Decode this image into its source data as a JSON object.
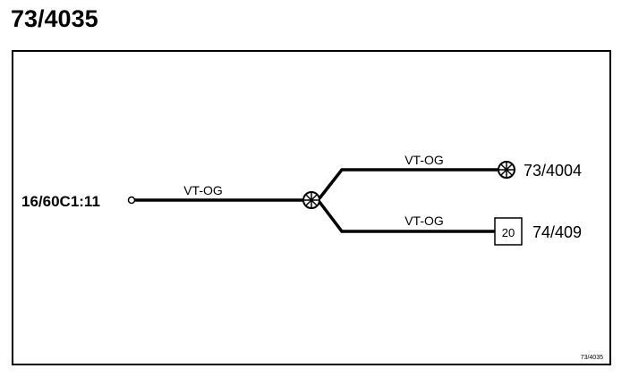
{
  "page": {
    "title": "73/4035"
  },
  "diagram": {
    "source_connector": "16/60C1:11",
    "main_wire_label": "VT-OG",
    "branches": [
      {
        "wire_label": "VT-OG",
        "target": "73/4004",
        "terminal_type": "splice-icon"
      },
      {
        "wire_label": "VT-OG",
        "target": "74/409",
        "terminal_type": "connector-box",
        "box_label": "20"
      }
    ],
    "corner_ref": "73/4035"
  }
}
